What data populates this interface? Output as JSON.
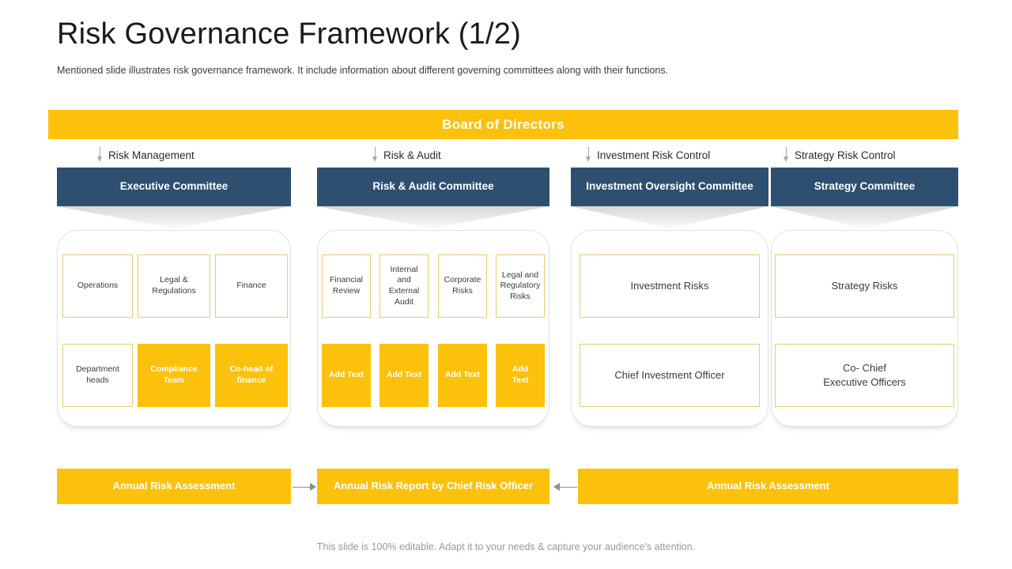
{
  "header": {
    "title": "Risk Governance Framework (1/2)",
    "subtitle": "Mentioned slide illustrates risk governance framework. It include information about different governing committees along with their functions."
  },
  "colors": {
    "accent_yellow": "#fcc10b",
    "navy": "#2f4f70",
    "cell_border": "#e3cf6e",
    "panel_border": "#e2e2e2",
    "arrow_gray": "#8d8d8d",
    "text_dark": "#3b3b3b",
    "footer_gray": "#9a9a9a"
  },
  "board": {
    "label": "Board of Directors"
  },
  "columns": [
    {
      "connector_label": "Risk Management",
      "committee": "Executive Committee",
      "row1": [
        "Operations",
        "Legal &\nRegulations",
        "Finance"
      ],
      "row2": [
        "Department\nheads",
        "Compliance\nTeam",
        "Co-head of\nfinance"
      ],
      "row2_filled": [
        false,
        true,
        true
      ]
    },
    {
      "connector_label": "Risk & Audit",
      "committee": "Risk & Audit Committee",
      "row1": [
        "Financial\nReview",
        "Internal\nand\nExternal\nAudit",
        "Corporate\nRisks",
        "Legal and\nRegulatory\nRisks"
      ],
      "row2": [
        "Add Text",
        "Add Text",
        "Add Text",
        "Add\nText"
      ],
      "row2_filled": [
        true,
        true,
        true,
        true
      ]
    },
    {
      "connector_label": "Investment  Risk Control",
      "committee": "Investment Oversight Committee",
      "row1": [
        "Investment Risks"
      ],
      "row2": [
        "Chief Investment Officer"
      ],
      "row2_filled": [
        false
      ]
    },
    {
      "connector_label": "Strategy Risk Control",
      "committee": "Strategy Committee",
      "row1": [
        "Strategy Risks"
      ],
      "row2": [
        "Co- Chief\nExecutive Officers"
      ],
      "row2_filled": [
        false
      ]
    }
  ],
  "bottom": {
    "bar_left": "Annual Risk Assessment",
    "bar_middle": "Annual Risk Report by Chief Risk Officer",
    "bar_right": "Annual Risk Assessment",
    "arrow_left_to_middle": "arrow-right-icon",
    "arrow_right_to_middle": "arrow-left-icon"
  },
  "footer": {
    "note": "This slide is 100% editable. Adapt it to your needs & capture your audience's attention."
  }
}
